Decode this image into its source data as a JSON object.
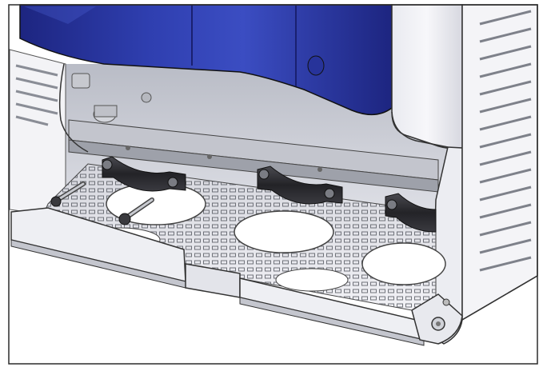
{
  "figure": {
    "description_text": "",
    "colors": {
      "frame_border": "#2b2b2b",
      "cover_blue": "#2f3fb0",
      "cover_blue_dark": "#1d2580",
      "cover_highlight": "#4a5fd0",
      "panel_white": "#f2f2f6",
      "panel_shade": "#c9cad3",
      "metal_gray": "#a9acb4",
      "metal_dark": "#6c6f78",
      "clamp_black": "#2a2a2e",
      "vent_slot": "#7e818a",
      "outline": "#3a3a3a"
    },
    "parts": [
      "enclosure-frame",
      "blue-front-cover",
      "right-side-panel-with-vents",
      "left-side-panel-with-vents",
      "rear-mounting-rail",
      "cable-clamp",
      "perforated-gland-plate",
      "screw",
      "front-lip-bracket",
      "corner-fastener"
    ]
  }
}
